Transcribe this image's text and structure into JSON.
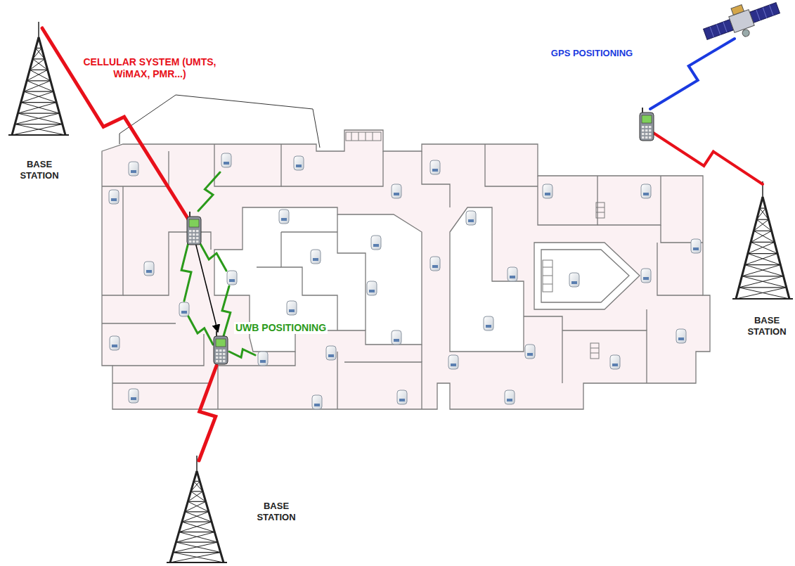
{
  "diagram": {
    "labels": [
      "CELLULAR SYSTEM (UMTS, WiMAX, PMR...)",
      "BASE STATION",
      "BASE STATION",
      "BASE STATION",
      "GPS POSITIONING",
      "UWB POSITIONING"
    ]
  }
}
